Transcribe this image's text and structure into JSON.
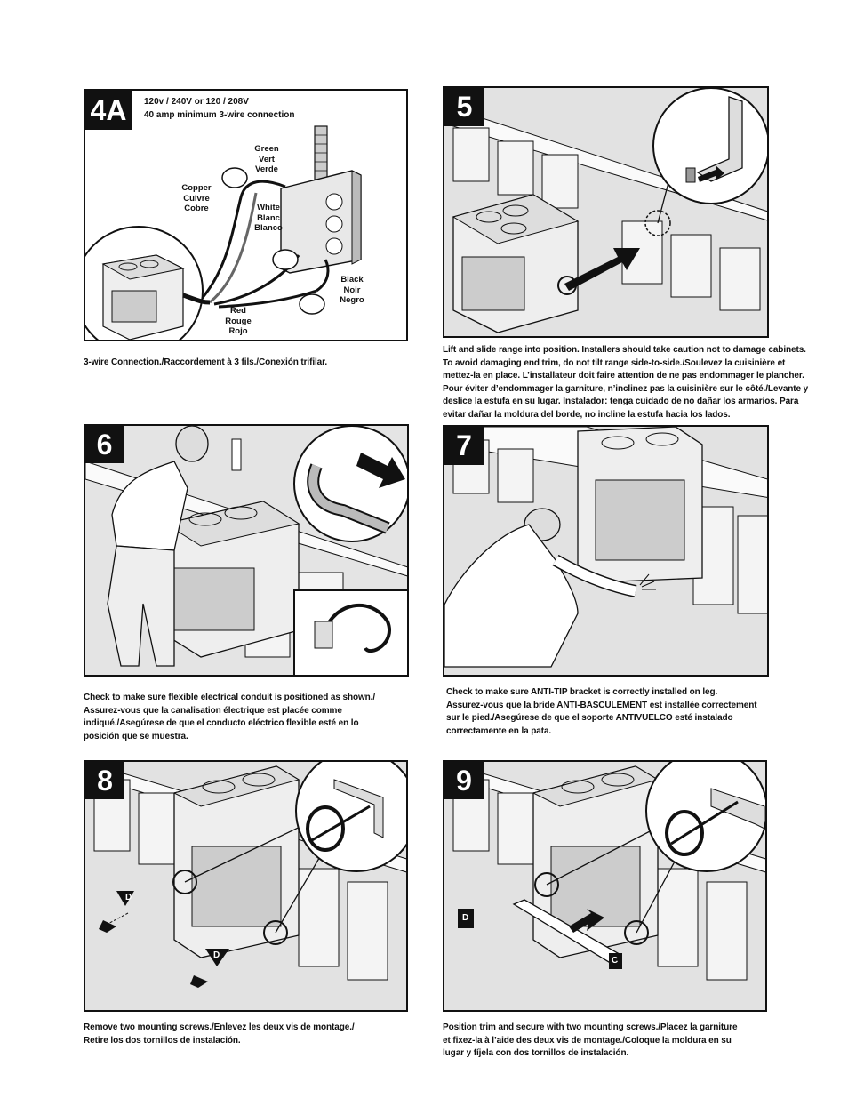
{
  "panel_4a": {
    "step": "4A",
    "voltage": "120v / 240V or 120 / 208V",
    "connection": "40 amp minimum  3-wire connection",
    "labels": {
      "green": [
        "Green",
        "Vert",
        "Verde"
      ],
      "copper": [
        "Copper",
        "Cuivre",
        "Cobre"
      ],
      "white": [
        "White",
        "Blanc",
        "Blanco"
      ],
      "black": [
        "Black",
        "Noir",
        "Negro"
      ],
      "red": [
        "Red",
        "Rouge",
        "Rojo"
      ]
    },
    "caption": "3-wire Connection./Raccordement à 3 fils./Conexión trifilar."
  },
  "panel_5": {
    "step": "5",
    "caption": [
      "Lift and slide range into position. Installers should take caution not to damage cabinets.",
      "To avoid damaging end trim, do not tilt range side-to-side./Soulevez la cuisinière et",
      "mettez-la en place. L’installateur doit faire attention de ne pas endommager le plancher.",
      "Pour éviter d’endommager la garniture, n’inclinez pas la cuisinière sur le côté./Levante y",
      "deslice la estufa en su lugar. Instalador: tenga cuidado de no dañar los armarios. Para",
      "evitar dañar la moldura del borde, no incline la estufa hacia los lados."
    ]
  },
  "panel_6": {
    "step": "6",
    "caption": [
      "Check to make sure flexible electrical conduit is positioned as shown./",
      "Assurez-vous que la canalisation électrique est placée comme",
      "indiqué./Asegúrese de que el conducto eléctrico flexible esté en lo",
      "posición que se muestra."
    ]
  },
  "panel_7": {
    "step": "7",
    "caption": [
      "Check to make sure ANTI-TIP bracket is correctly installed on leg.",
      "Assurez-vous que la bride ANTI-BASCULEMENT est installée correctement",
      "sur le pied./Asegúrese de que el soporte ANTIVUELCO esté instalado",
      "correctamente en la pata."
    ]
  },
  "panel_8": {
    "step": "8",
    "screw_label": "D",
    "caption": [
      "Remove two mounting screws./Enlevez les deux vis de montage./",
      "Retire los dos tornillos de instalación."
    ]
  },
  "panel_9": {
    "step": "9",
    "screw_label": "D",
    "trim_label": "C",
    "caption": [
      "Position trim and secure with two mounting screws./Placez la garniture",
      "et fixez-la à l’aide des deux vis de montage./Coloque la moldura en su",
      "lugar y fíjela con dos tornillos de instalación."
    ]
  }
}
